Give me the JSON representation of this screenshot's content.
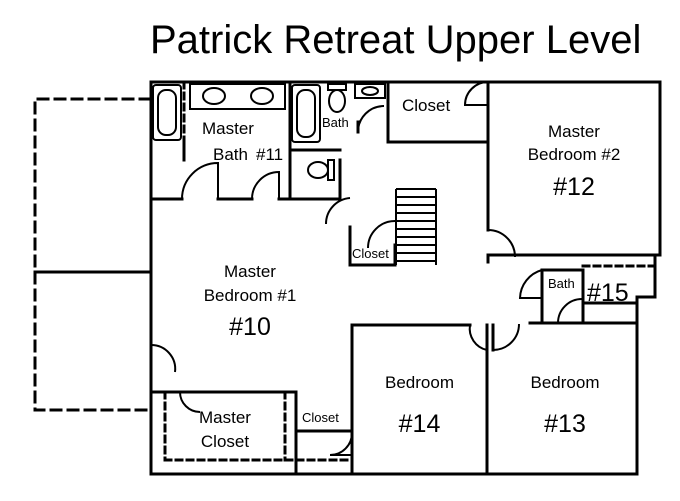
{
  "title": "Patrick Retreat Upper Level",
  "rooms": {
    "master_bath": {
      "line1": "Master",
      "line2": "Bath",
      "number": "#11"
    },
    "small_bath": {
      "label": "Bath"
    },
    "top_closet": {
      "label": "Closet"
    },
    "master_bedroom_2": {
      "line1": "Master",
      "line2": "Bedroom #2",
      "number": "#12"
    },
    "stair_closet": {
      "label": "Closet"
    },
    "master_bedroom_1": {
      "line1": "Master",
      "line2": "Bedroom #1",
      "number": "#10"
    },
    "bath_15": {
      "label": "Bath",
      "number": "#15"
    },
    "master_closet": {
      "line1": "Master",
      "line2": "Closet"
    },
    "side_closet": {
      "label": "Closet"
    },
    "bedroom_14": {
      "label": "Bedroom",
      "number": "#14"
    },
    "bedroom_13": {
      "label": "Bedroom",
      "number": "#13"
    }
  }
}
